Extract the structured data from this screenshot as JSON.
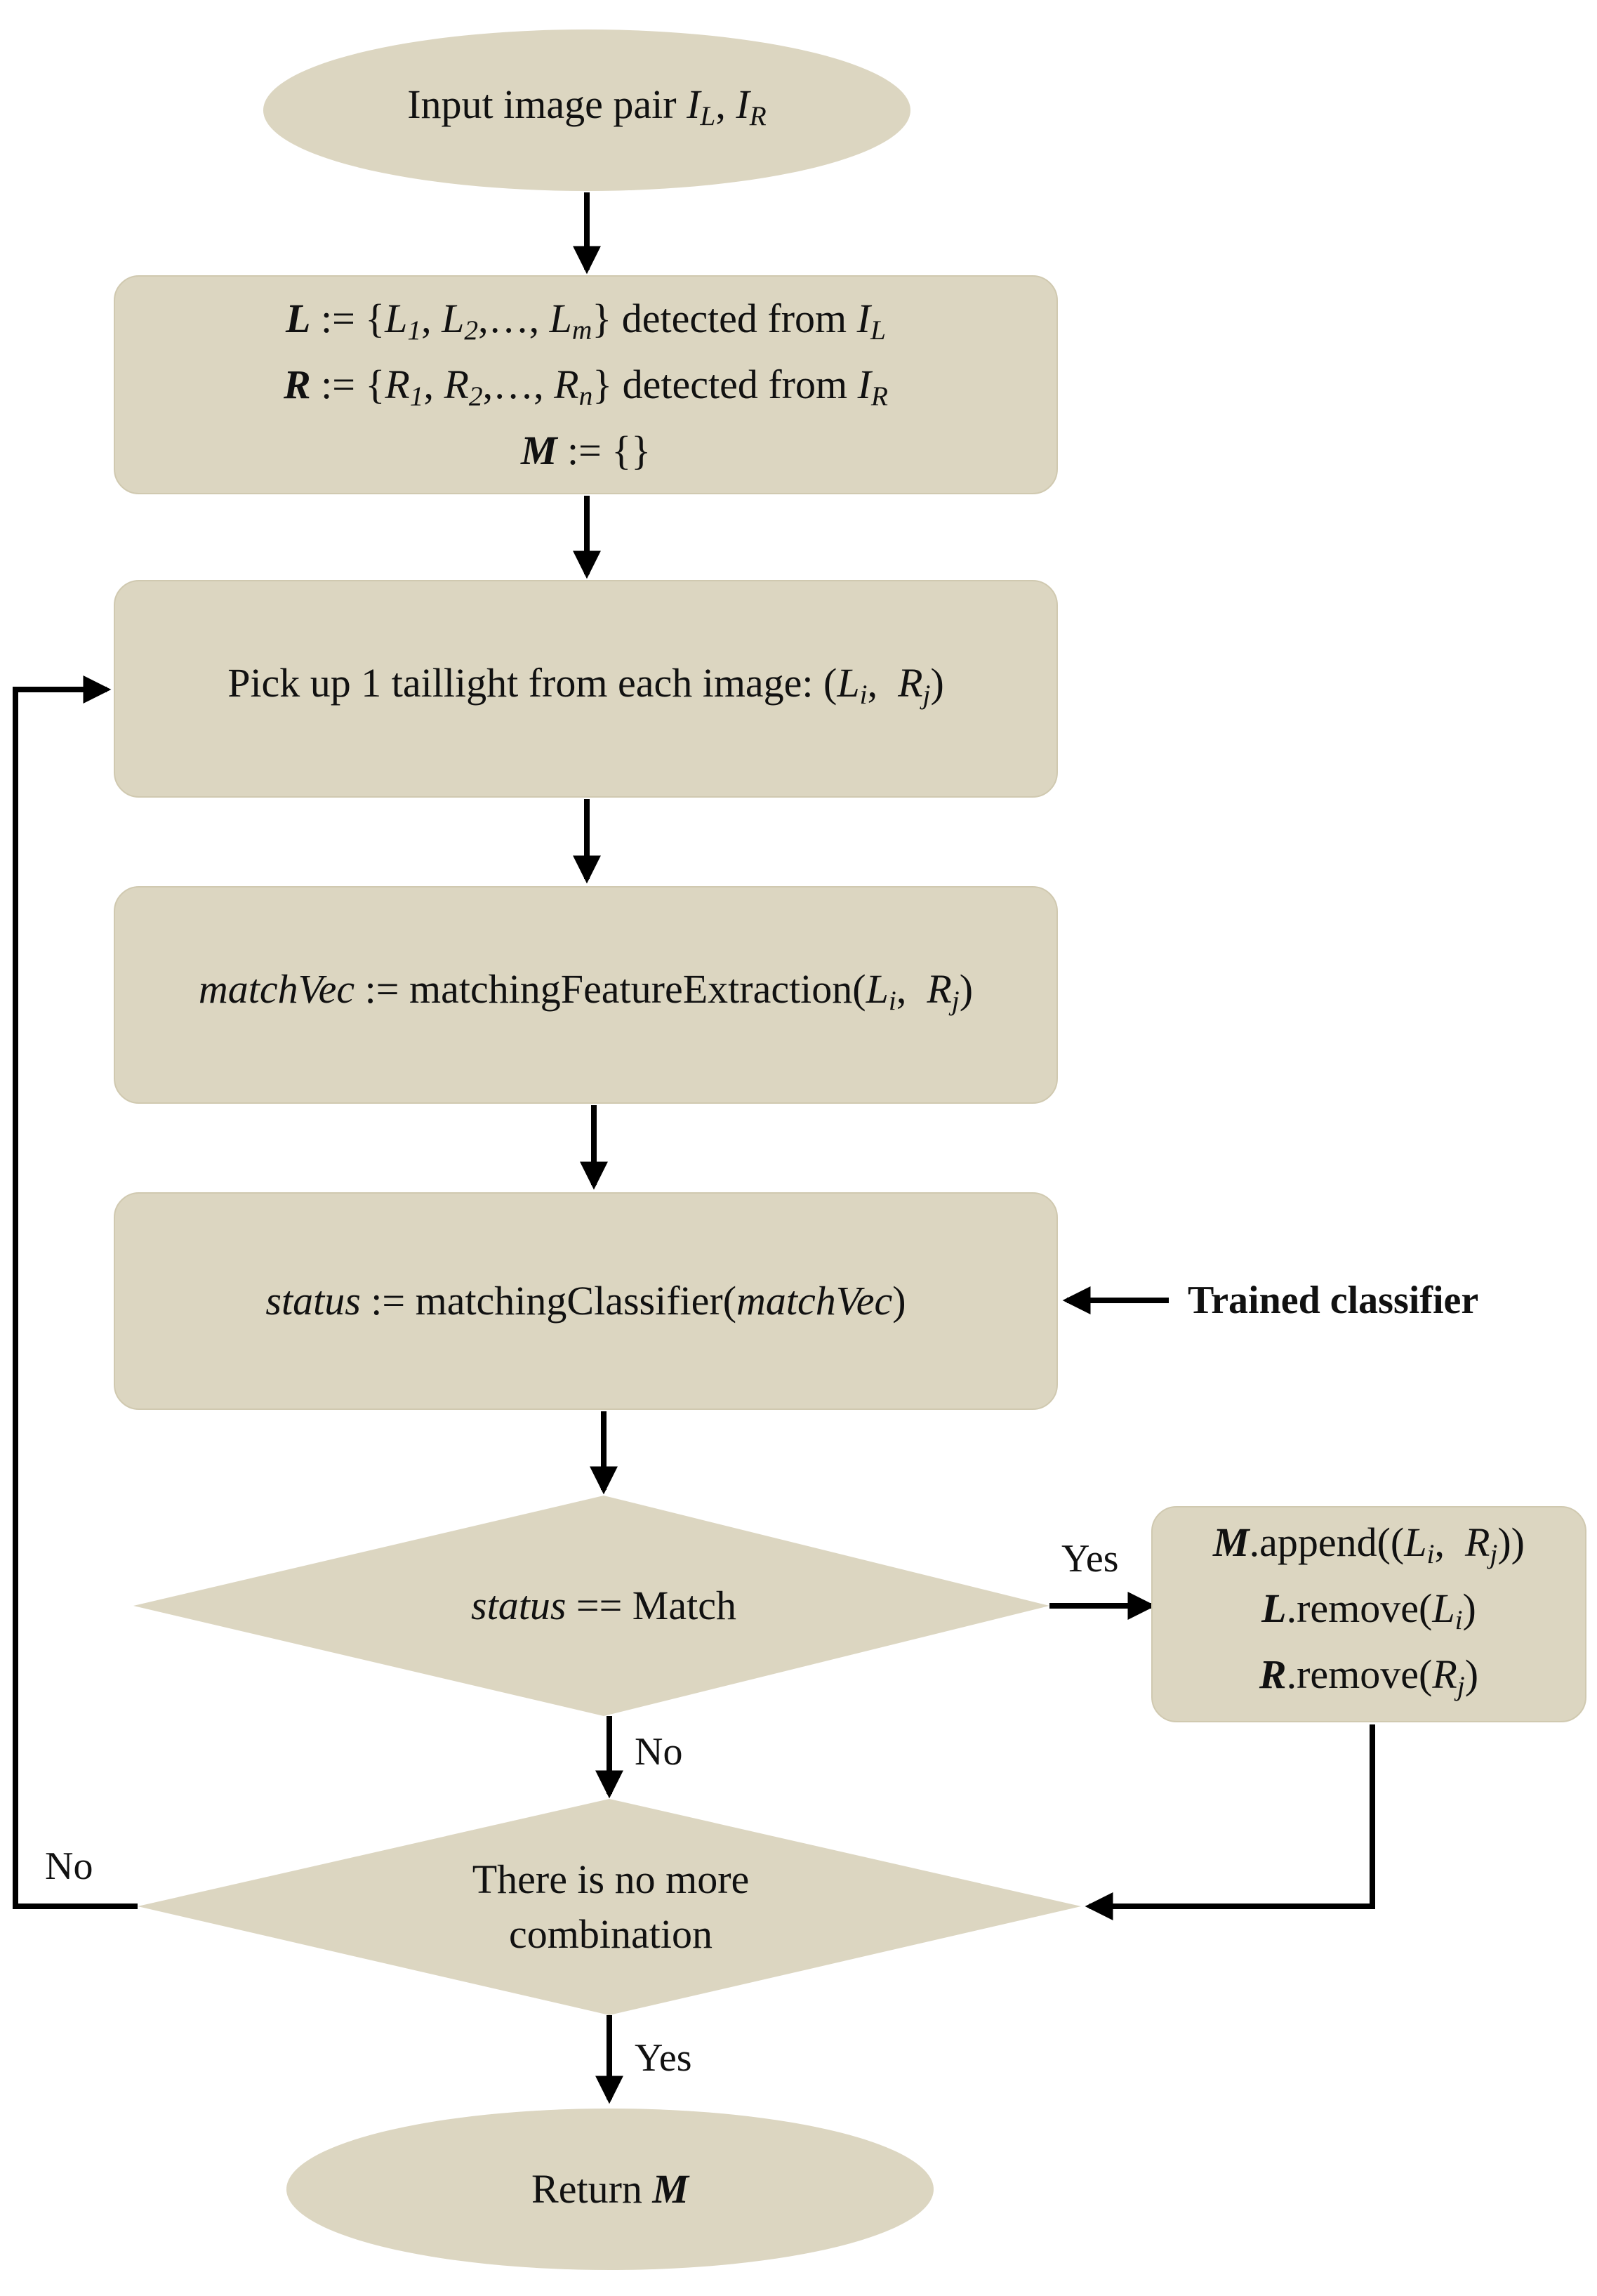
{
  "nodes": {
    "start": {
      "line1": {
        "text": "Input image pair ",
        "m1": "I",
        "s1": "L",
        "sep": ", ",
        "m2": "I",
        "s2": "R"
      }
    },
    "init": {
      "line1": {
        "v": "L",
        "def": " := {",
        "a": "L",
        "as": "1",
        "sep1": ", ",
        "b": "L",
        "bs": "2",
        "sep2": ",…, ",
        "c": "L",
        "cs": "m",
        "close": "} detected from ",
        "src": "I",
        "srcs": "L"
      },
      "line2": {
        "v": "R",
        "def": " := {",
        "a": "R",
        "as": "1",
        "sep1": ", ",
        "b": "R",
        "bs": "2",
        "sep2": ",…, ",
        "c": "R",
        "cs": "n",
        "close": "} detected from ",
        "src": "I",
        "srcs": "R"
      },
      "line3": {
        "v": "M",
        "def": " := {}"
      }
    },
    "pick": {
      "text": "Pick up 1 taillight from each image: (",
      "a": "L",
      "as": "i",
      "sep": ",  ",
      "b": "R",
      "bs": "j",
      "close": ")"
    },
    "extract": {
      "var": "matchVec",
      "assign": " := matchingFeatureExtraction(",
      "a": "L",
      "as": "i",
      "sep": ",  ",
      "b": "R",
      "bs": "j",
      "close": ")"
    },
    "classify": {
      "var": "status",
      "assign": " := matchingClassifier(",
      "arg": "matchVec",
      "close": ")"
    },
    "decision_match": {
      "var": "status",
      "cmp": " == Match"
    },
    "append": {
      "line1": {
        "v": "M",
        "fn": ".append((",
        "a": "L",
        "as": "i",
        "sep": ",  ",
        "b": "R",
        "bs": "j",
        "close": "))"
      },
      "line2": {
        "v": "L",
        "fn": ".remove(",
        "a": "L",
        "as": "i",
        "close": ")"
      },
      "line3": {
        "v": "R",
        "fn": ".remove(",
        "a": "R",
        "as": "j",
        "close": ")"
      }
    },
    "decision_done": {
      "line1": "There is no more",
      "line2": "combination"
    },
    "end": {
      "text": "Return ",
      "v": "M"
    }
  },
  "labels": {
    "trained_classifier": "Trained classifier",
    "match_yes": "Yes",
    "match_no": "No",
    "done_no": "No",
    "done_yes": "Yes"
  },
  "colors": {
    "fill": "#dcd6c1",
    "stroke": "#000000"
  }
}
